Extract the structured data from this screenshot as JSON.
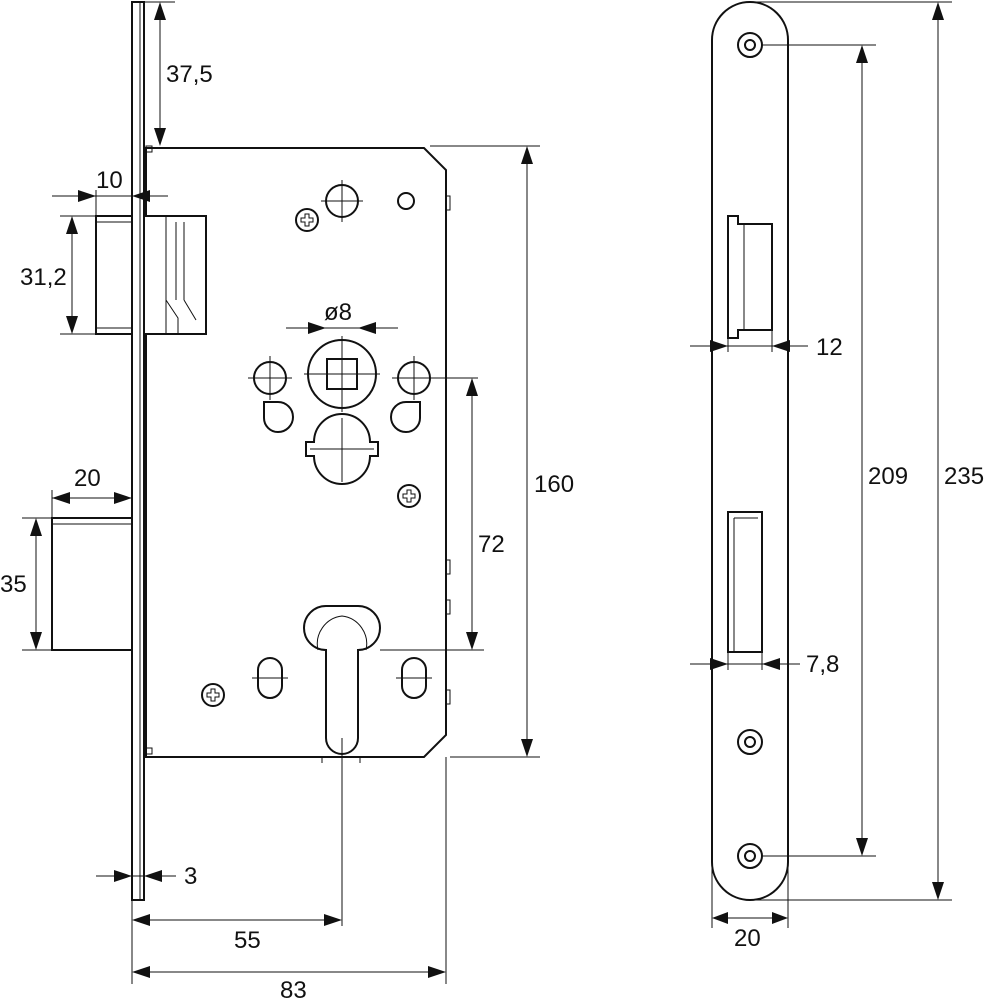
{
  "dimensions": {
    "backset_top": "37,5",
    "faceplate_offset": "10",
    "latch_height": "31,2",
    "spindle_diameter": "ø8",
    "case_height": "160",
    "distance_spindle_cylinder": "72",
    "bolt_throw": "20",
    "bolt_height": "35",
    "faceplate_thickness": "3",
    "backset": "55",
    "case_depth": "83",
    "strike_latch_width": "12",
    "strike_screw_distance": "209",
    "strike_length": "235",
    "strike_bolt_width": "7,8",
    "strike_width": "20"
  }
}
